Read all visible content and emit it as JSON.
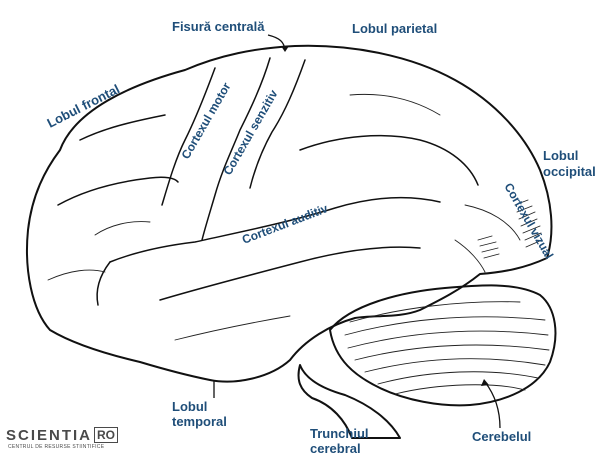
{
  "labels": {
    "fisura_centrala": "Fisură centrală",
    "lobul_parietal": "Lobul parietal",
    "lobul_frontal": "Lobul frontal",
    "cortexul_motor": "Cortexul motor",
    "cortexul_senzitiv": "Cortexul senzitiv",
    "lobul_occipital_1": "Lobul",
    "lobul_occipital_2": "occipital",
    "cortexul_vizual": "Cortexul vizual",
    "cortexul_auditiv": "Cortexul auditiv",
    "lobul_temporal_1": "Lobul",
    "lobul_temporal_2": "temporal",
    "trunchiul_cerebral_1": "Trunchiul",
    "trunchiul_cerebral_2": "cerebral",
    "cerebelul": "Cerebelul"
  },
  "logo": {
    "brand": "SCIENTIA",
    "suffix": "RO",
    "tagline": "CENTRUL DE RESURSE STIINTIFICE"
  },
  "colors": {
    "label": "#1f4e79",
    "outline": "#111111"
  }
}
